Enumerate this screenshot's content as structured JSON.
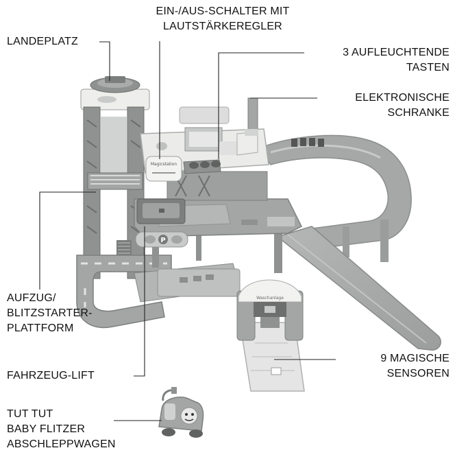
{
  "labels": {
    "landeplatz": "LANDEPLATZ",
    "ein_aus": [
      "EIN-/AUS-SCHALTER MIT",
      "LAUTSTÄRKEREGLER"
    ],
    "tasten": [
      "3 AUFLEUCHTENDE",
      "TASTEN"
    ],
    "schranke": [
      "ELEKTRONISCHE",
      "SCHRANKE"
    ],
    "aufzug": [
      "AUFZUG/",
      "BLITZSTARTER-",
      "PLATTFORM"
    ],
    "sensoren": [
      "9 MAGISCHE",
      "SENSOREN"
    ],
    "fahrzeug_lift": "FAHRZEUG-LIFT",
    "abschleppwagen": [
      "TUT TUT",
      "BABY FLITZER",
      "ABSCHLEPPWAGEN"
    ]
  },
  "toy_print": {
    "sign_text": "Magicstation",
    "parking_symbol": "P",
    "arch_text": "Waschanlage"
  },
  "colors": {
    "tower_gray": "#8f9290",
    "platform_gray": "#a3a6a4",
    "dark_gray": "#6c6f6d",
    "light_gray": "#c7c9c8",
    "white_part": "#ebecea",
    "line": "#222222"
  }
}
